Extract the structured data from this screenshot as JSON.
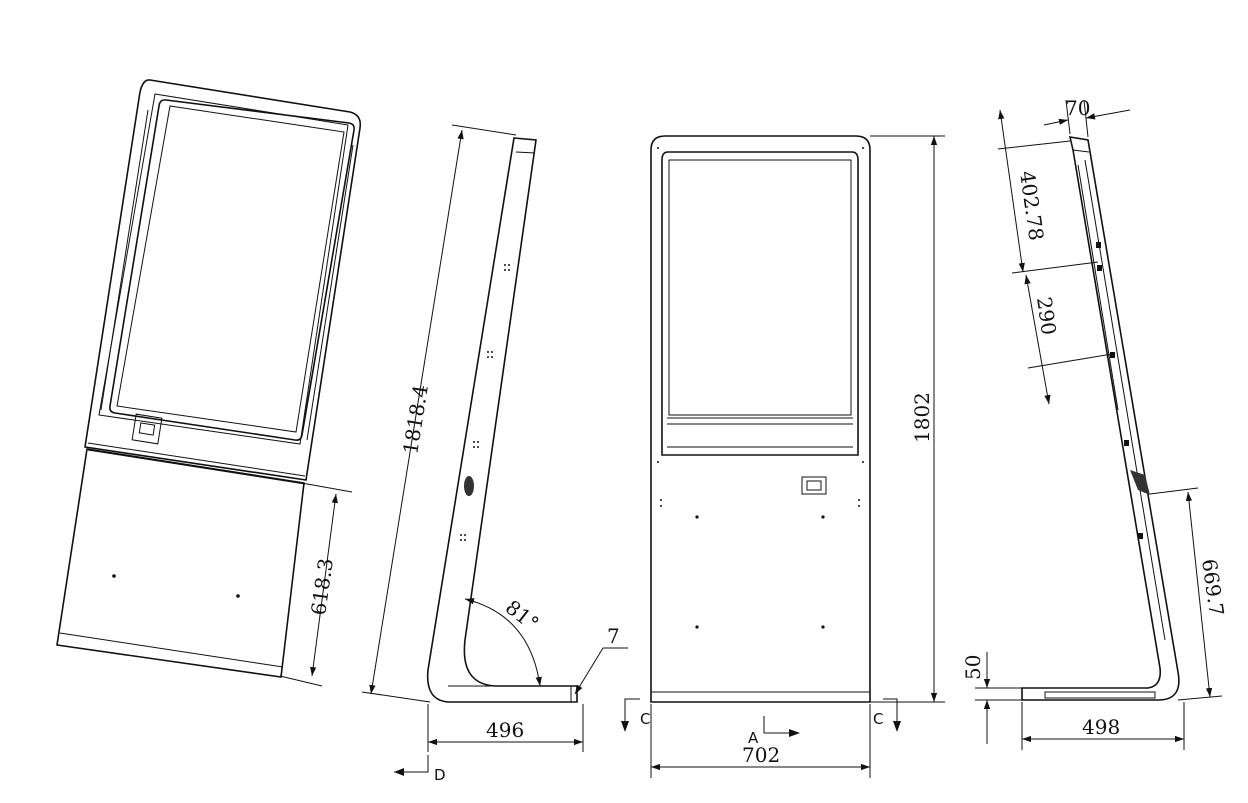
{
  "dimensions": {
    "slant_length": "1818.4",
    "screen_offset": "618.3",
    "angle": "81°",
    "foot_tip": "7",
    "side_depth": "496",
    "front_width": "702",
    "total_height": "1802",
    "top_depth": "70",
    "top_segment": "402.78",
    "mid_segment": "290",
    "lower_segment": "669.7",
    "base_height": "50",
    "base_depth": "498"
  },
  "section_marks": {
    "section_c": "C",
    "section_a": "A",
    "section_d": "D"
  }
}
